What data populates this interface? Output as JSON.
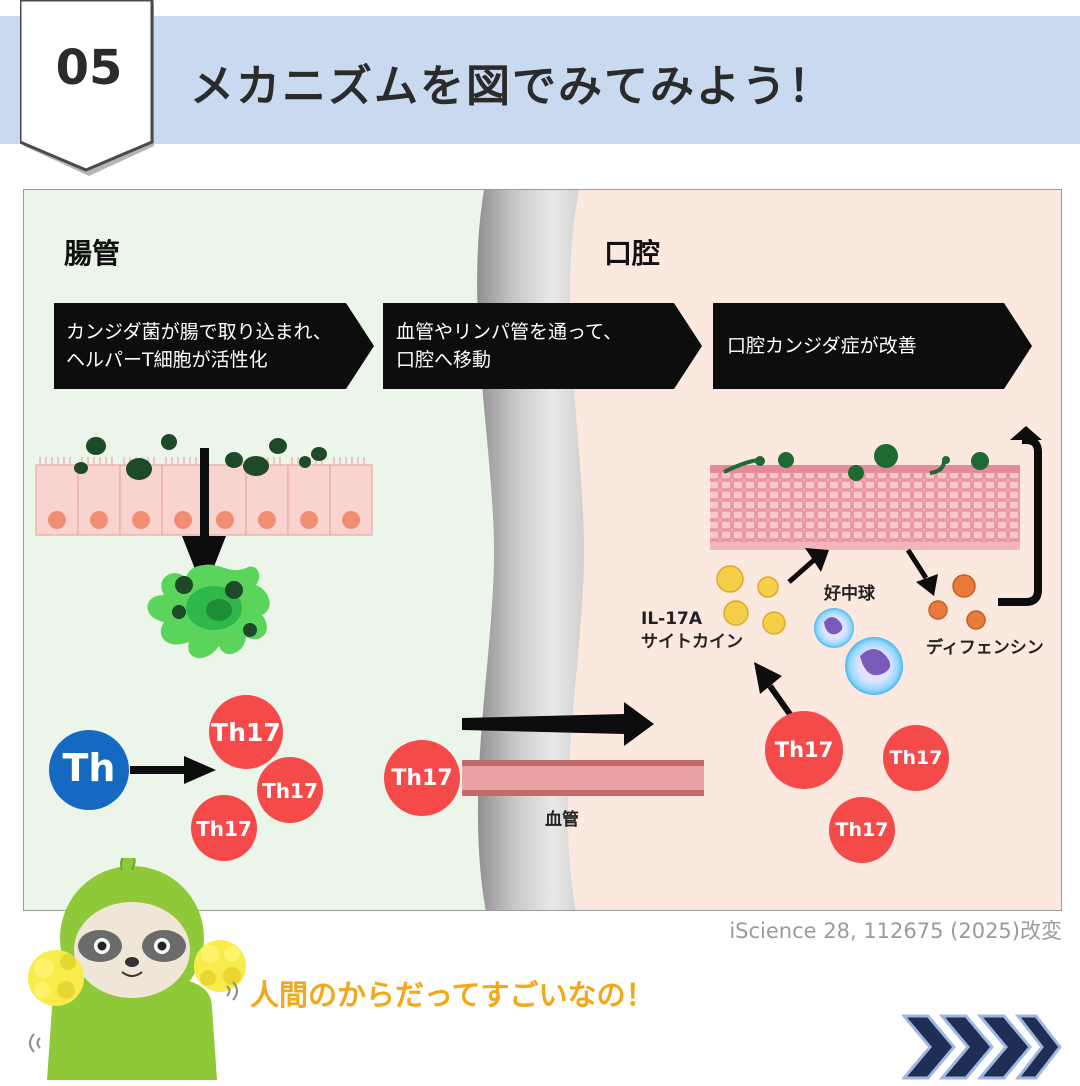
{
  "header": {
    "number": "05",
    "title": "メカニズムを図でみてみよう！"
  },
  "diagram": {
    "region_gut": "腸管",
    "region_oral": "口腔",
    "steps": [
      {
        "line1": "カンジダ菌が腸で取り込まれ、",
        "line2": "ヘルパーT細胞が活性化"
      },
      {
        "line1": "血管やリンパ管を通って、",
        "line2": "口腔へ移動"
      },
      {
        "line1": "口腔カンジダ症が改善",
        "line2": ""
      }
    ],
    "cells": {
      "th": "Th",
      "th17": "Th17"
    },
    "labels": {
      "vessel": "血管",
      "cytokine_line1": "IL-17A",
      "cytokine_line2": "サイトカイン",
      "neutrophil": "好中球",
      "defensin": "ディフェンシン"
    }
  },
  "citation": "iScience 28, 112675 (2025)改変",
  "mascot_speech": "人間のからだってすごいなの！",
  "colors": {
    "header_band": "#c9daf0",
    "gut_bg": "#ecf5ea",
    "oral_bg": "#fbe8df",
    "th17": "#f44a4a",
    "th": "#1569c0",
    "speech": "#f2a819"
  },
  "icons": {
    "next": "triple-chevron-right-icon",
    "sound": "sound-waves-icon"
  }
}
